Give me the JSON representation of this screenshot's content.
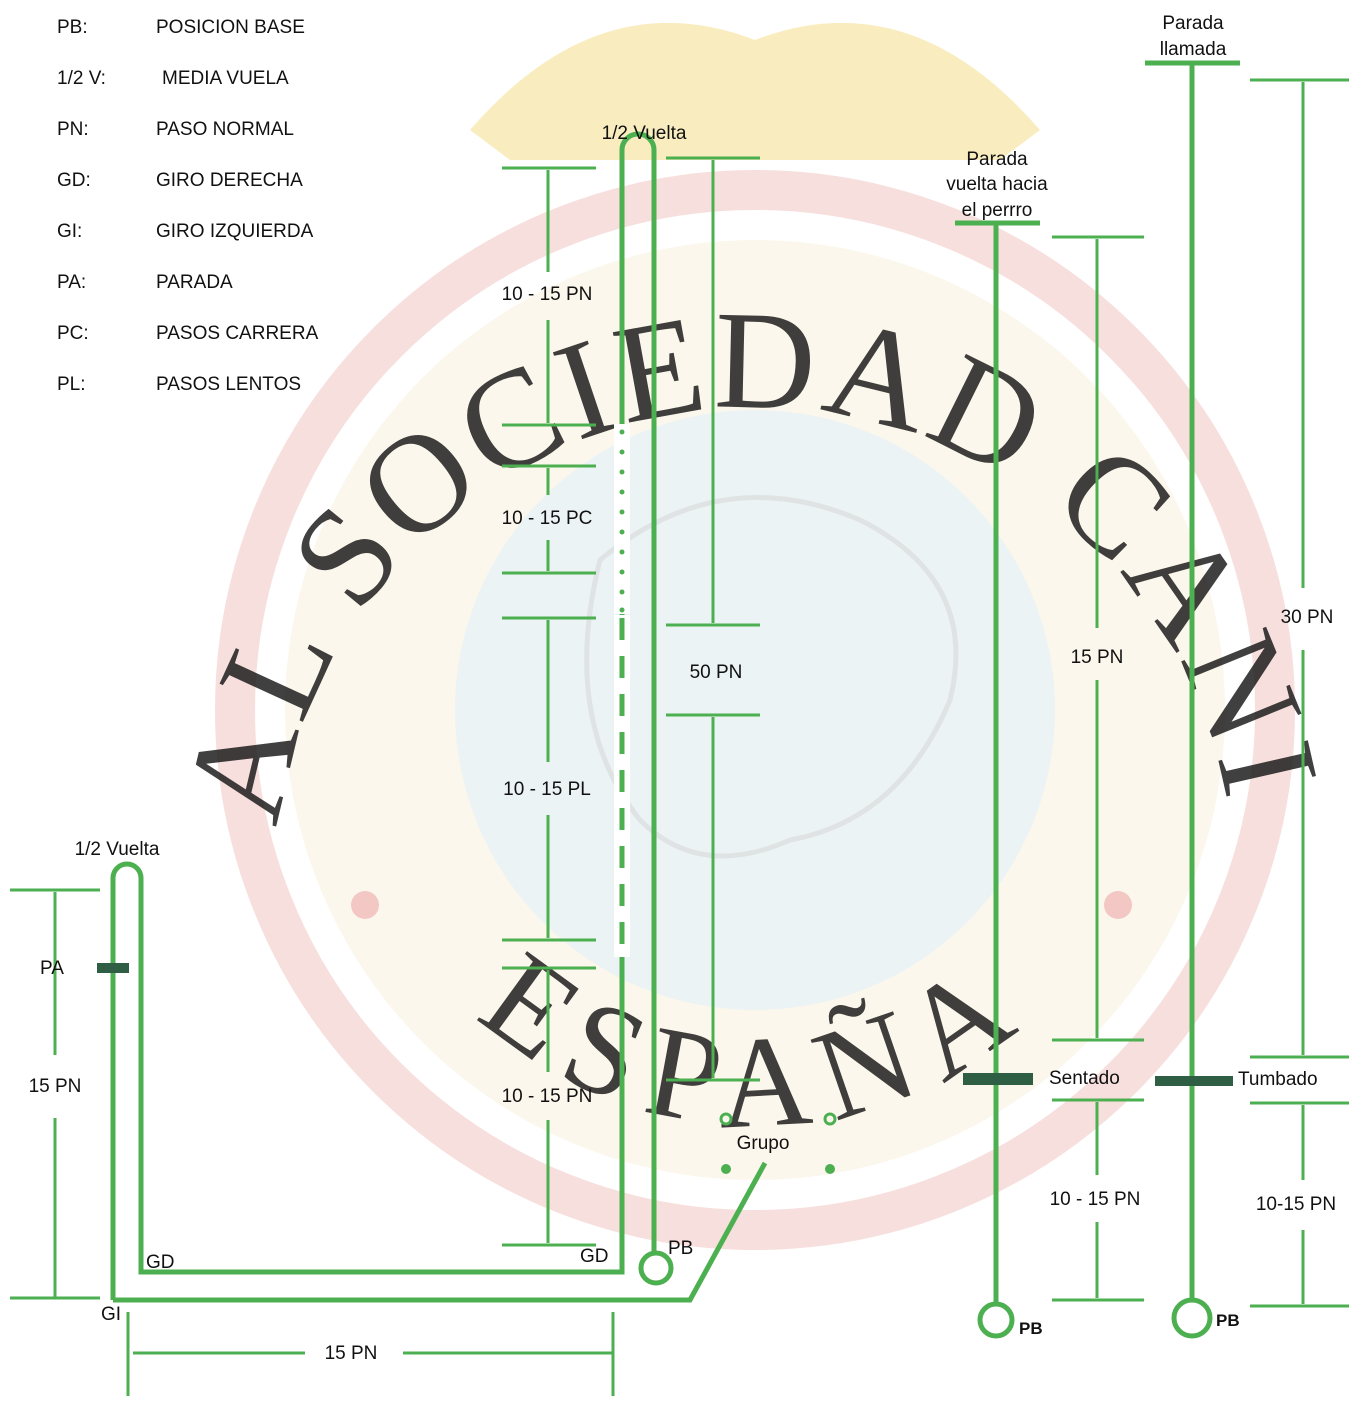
{
  "legend": [
    {
      "code": "PB:",
      "meaning": "POSICION BASE"
    },
    {
      "code": "1/2 V:",
      "meaning": "MEDIA VUELA"
    },
    {
      "code": "PN:",
      "meaning": "PASO NORMAL"
    },
    {
      "code": "GD:",
      "meaning": "GIRO DERECHA"
    },
    {
      "code": "GI:",
      "meaning": "GIRO IZQUIERDA"
    },
    {
      "code": "PA:",
      "meaning": "PARADA"
    },
    {
      "code": "PC:",
      "meaning": "PASOS CARRERA"
    },
    {
      "code": "PL:",
      "meaning": "PASOS LENTOS"
    }
  ],
  "watermark": {
    "text_top": "REAL SOCIEDAD CANINA",
    "text_bottom": "ESPAÑA",
    "colors": {
      "ring": "#f2c7c4",
      "gold": "#f4e6a2",
      "blue": "#dcecf6",
      "text": "#f3d4c0"
    }
  },
  "labels": {
    "half_turn_left": "1/2 Vuelta",
    "half_turn_center": "1/2 Vuelta",
    "stop": "PA",
    "left_15pn": "15 PN",
    "bottom_15pn": "15 PN",
    "gd_left": "GD",
    "gd_right": "GD",
    "gi": "GI",
    "pb_center": "PB",
    "seg_pn_top": "10 - 15 PN",
    "seg_pc": "10 - 15 PC",
    "seg_pl": "10 - 15 PL",
    "seg_pn_bottom": "10 - 15 PN",
    "fifty_pn": "50 PN",
    "group": "Grupo",
    "stop_turn_l1": "Parada",
    "stop_turn_l2": "vuelta hacia",
    "stop_turn_l3": "el perrro",
    "fifteen_pn_right": "15 PN",
    "sentado": "Sentado",
    "ten15_sit": "10 - 15 PN",
    "pb_sit": "PB",
    "stop_call_l1": "Parada",
    "stop_call_l2": "llamada",
    "thirty_pn": "30 PN",
    "tumbado": "Tumbado",
    "ten15_down": "10-15 PN",
    "pb_down": "PB"
  },
  "colors": {
    "path": "#4caf50",
    "marker": "#2e5e44",
    "text": "#111111"
  }
}
